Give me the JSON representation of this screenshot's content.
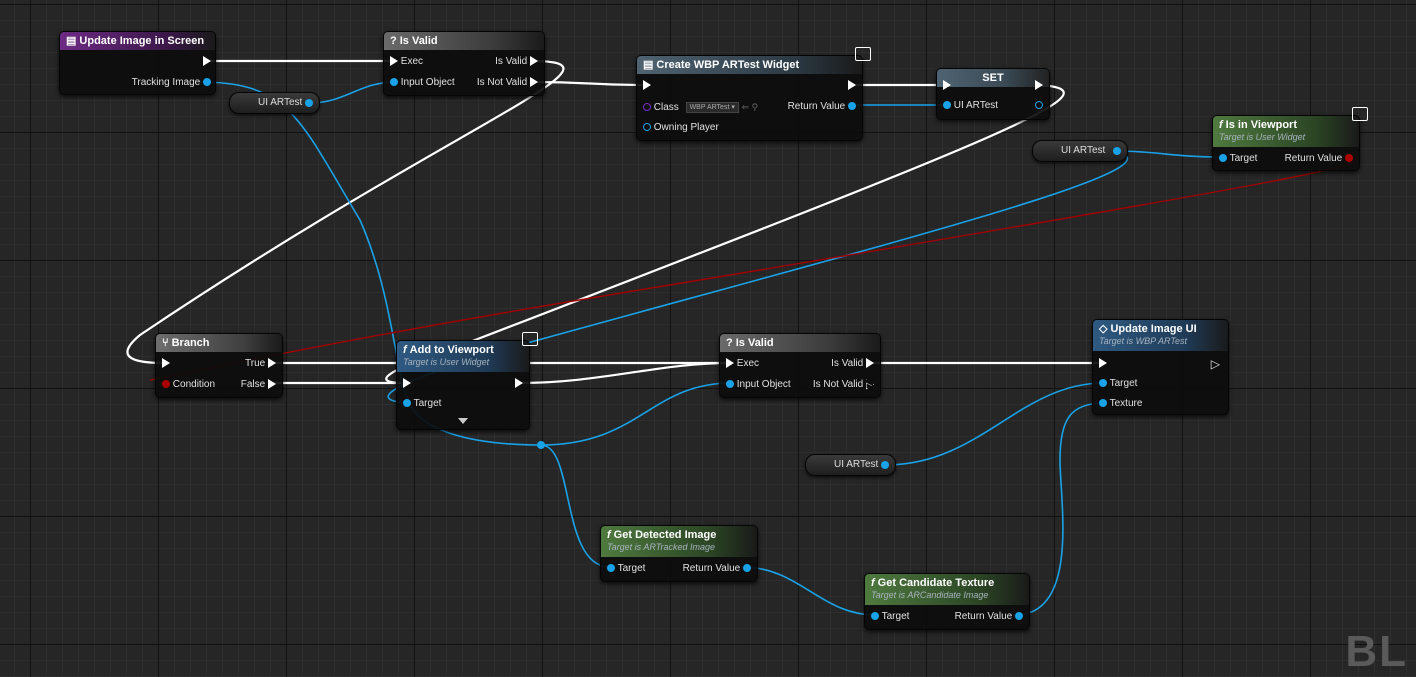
{
  "nodes": {
    "event": {
      "title": "Update Image in Screen",
      "out_tracking": "Tracking Image"
    },
    "isvalid1": {
      "title": "Is Valid",
      "in_exec": "Exec",
      "in_object": "Input Object",
      "out_valid": "Is Valid",
      "out_notvalid": "Is Not Valid"
    },
    "create": {
      "title": "Create WBP ARTest Widget",
      "class_label": "Class",
      "class_value": "WBP ARTest",
      "owning": "Owning Player",
      "return": "Return Value"
    },
    "set": {
      "title": "SET",
      "var": "UI ARTest"
    },
    "inviewport": {
      "title": "Is in Viewport",
      "subtitle": "Target is User Widget",
      "target": "Target",
      "return": "Return Value"
    },
    "branch": {
      "title": "Branch",
      "condition": "Condition",
      "true": "True",
      "false": "False"
    },
    "addviewport": {
      "title": "Add to Viewport",
      "subtitle": "Target is User Widget",
      "target": "Target"
    },
    "isvalid2": {
      "title": "Is Valid",
      "in_exec": "Exec",
      "in_object": "Input Object",
      "out_valid": "Is Valid",
      "out_notvalid": "Is Not Valid"
    },
    "updateui": {
      "title": "Update Image UI",
      "subtitle": "Target is WBP ARTest",
      "target": "Target",
      "texture": "Texture"
    },
    "detected": {
      "title": "Get Detected Image",
      "subtitle": "Target is ARTracked Image",
      "target": "Target",
      "return": "Return Value"
    },
    "candidate": {
      "title": "Get Candidate Texture",
      "subtitle": "Target is ARCandidate Image",
      "target": "Target",
      "return": "Return Value"
    }
  },
  "variables": {
    "var1": "UI ARTest",
    "var2": "UI ARTest",
    "var3": "UI ARTest"
  },
  "watermark": "BL",
  "icons": {
    "event": "event-icon",
    "isvalid": "question-icon",
    "create": "widget-icon",
    "function": "function-icon",
    "branch": "branch-icon",
    "updateui": "diamond-icon",
    "monitor": "monitor-icon"
  },
  "colors": {
    "exec_wire": "#ffffff",
    "object_wire": "#1aa2e8",
    "bool_wire": "#a00000",
    "class_pin": "#7a2fbf"
  }
}
